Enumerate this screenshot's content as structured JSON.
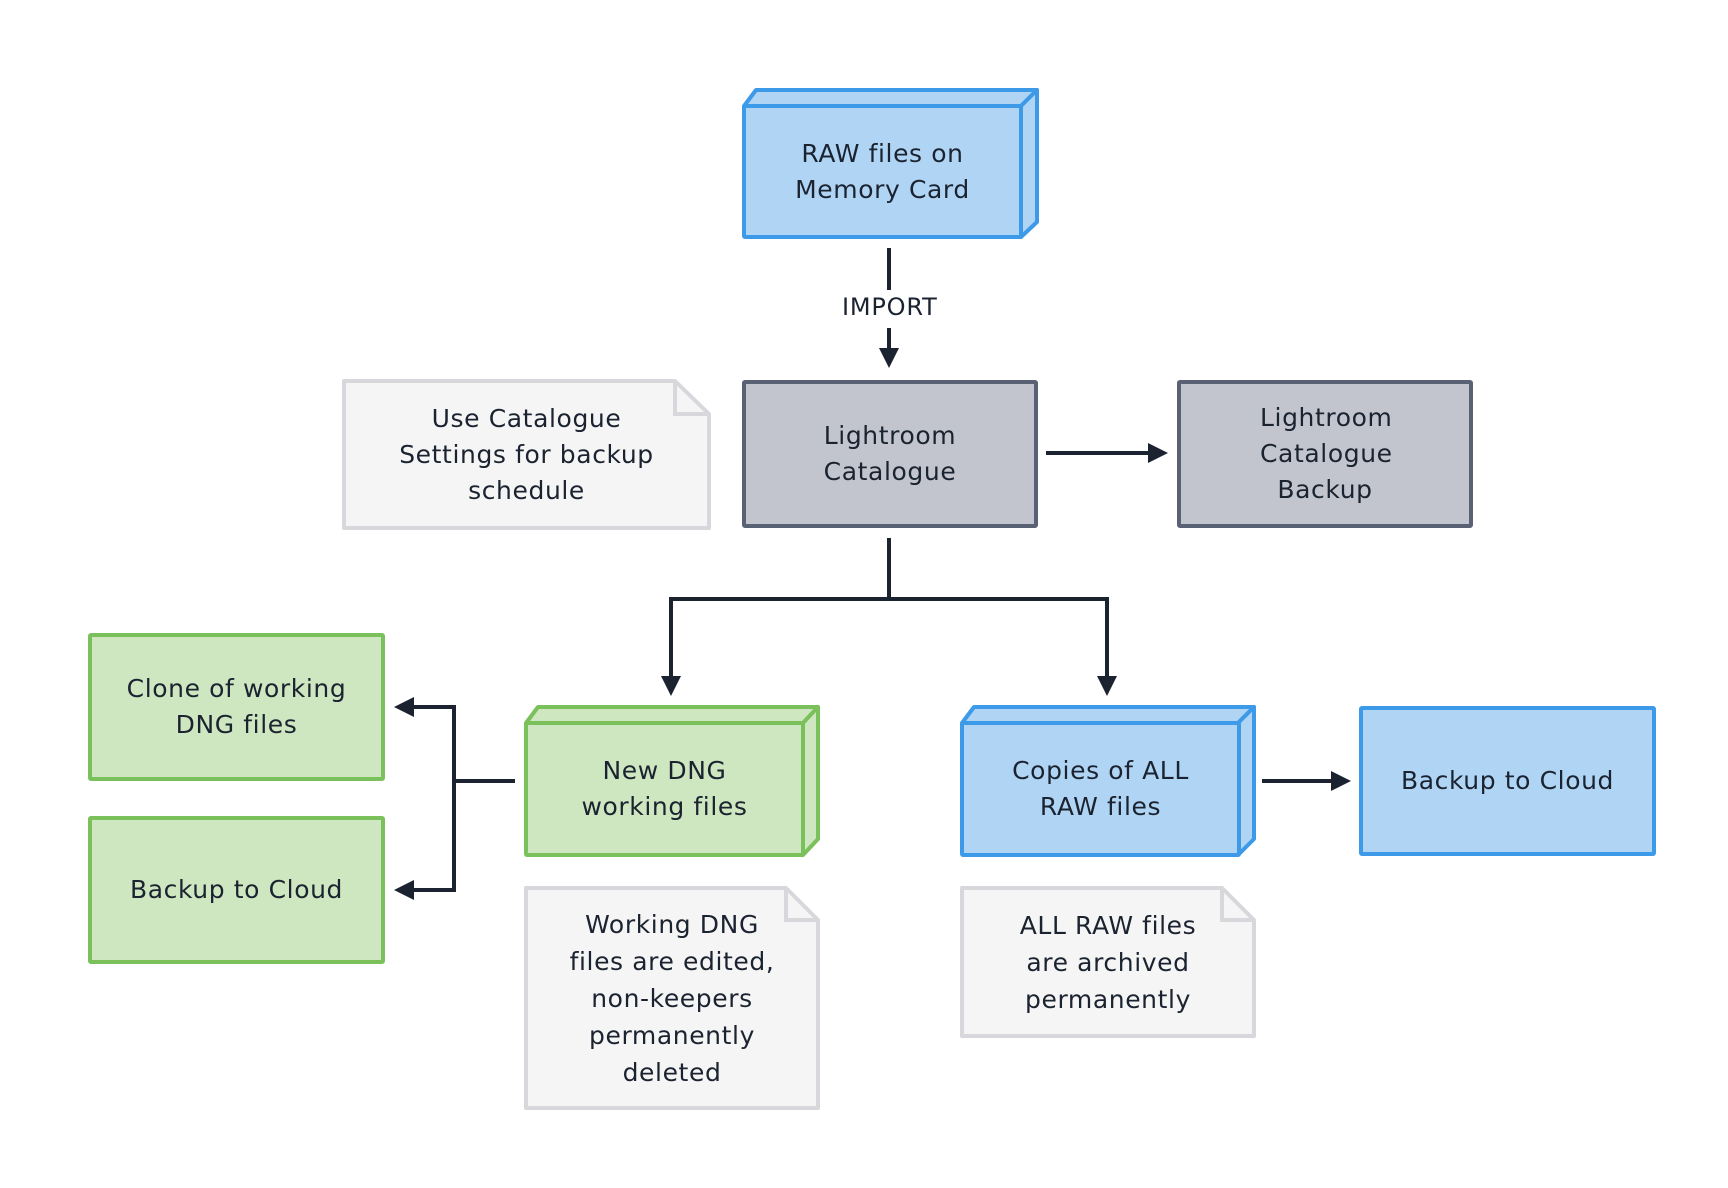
{
  "nodes": {
    "raw_memory_card": "RAW files on Memory Card",
    "lightroom_catalogue": "Lightroom Catalogue",
    "catalogue_backup": "Lightroom Catalogue Backup",
    "catalogue_note": "Use Catalogue Settings for backup schedule",
    "new_dng": "New DNG working files",
    "dng_clone": "Clone of working DNG files",
    "dng_backup_cloud": "Backup to Cloud",
    "dng_note": "Working DNG files are edited, non-keepers permanently deleted",
    "raw_copies": "Copies of ALL RAW files",
    "raw_backup_cloud": "Backup to Cloud",
    "raw_note": "ALL RAW files are archived permanently"
  },
  "edges": {
    "import_label": "IMPORT"
  },
  "colors": {
    "blue_fill": "#b0d4f4",
    "blue_border": "#3d9ae8",
    "green_fill": "#cfe7c0",
    "green_border": "#7bc15b",
    "gray_fill": "#c2c5cd",
    "gray_border": "#596274",
    "note_fill": "#f5f5f5",
    "note_border": "#d8d8dc",
    "connector": "#1b2330"
  }
}
